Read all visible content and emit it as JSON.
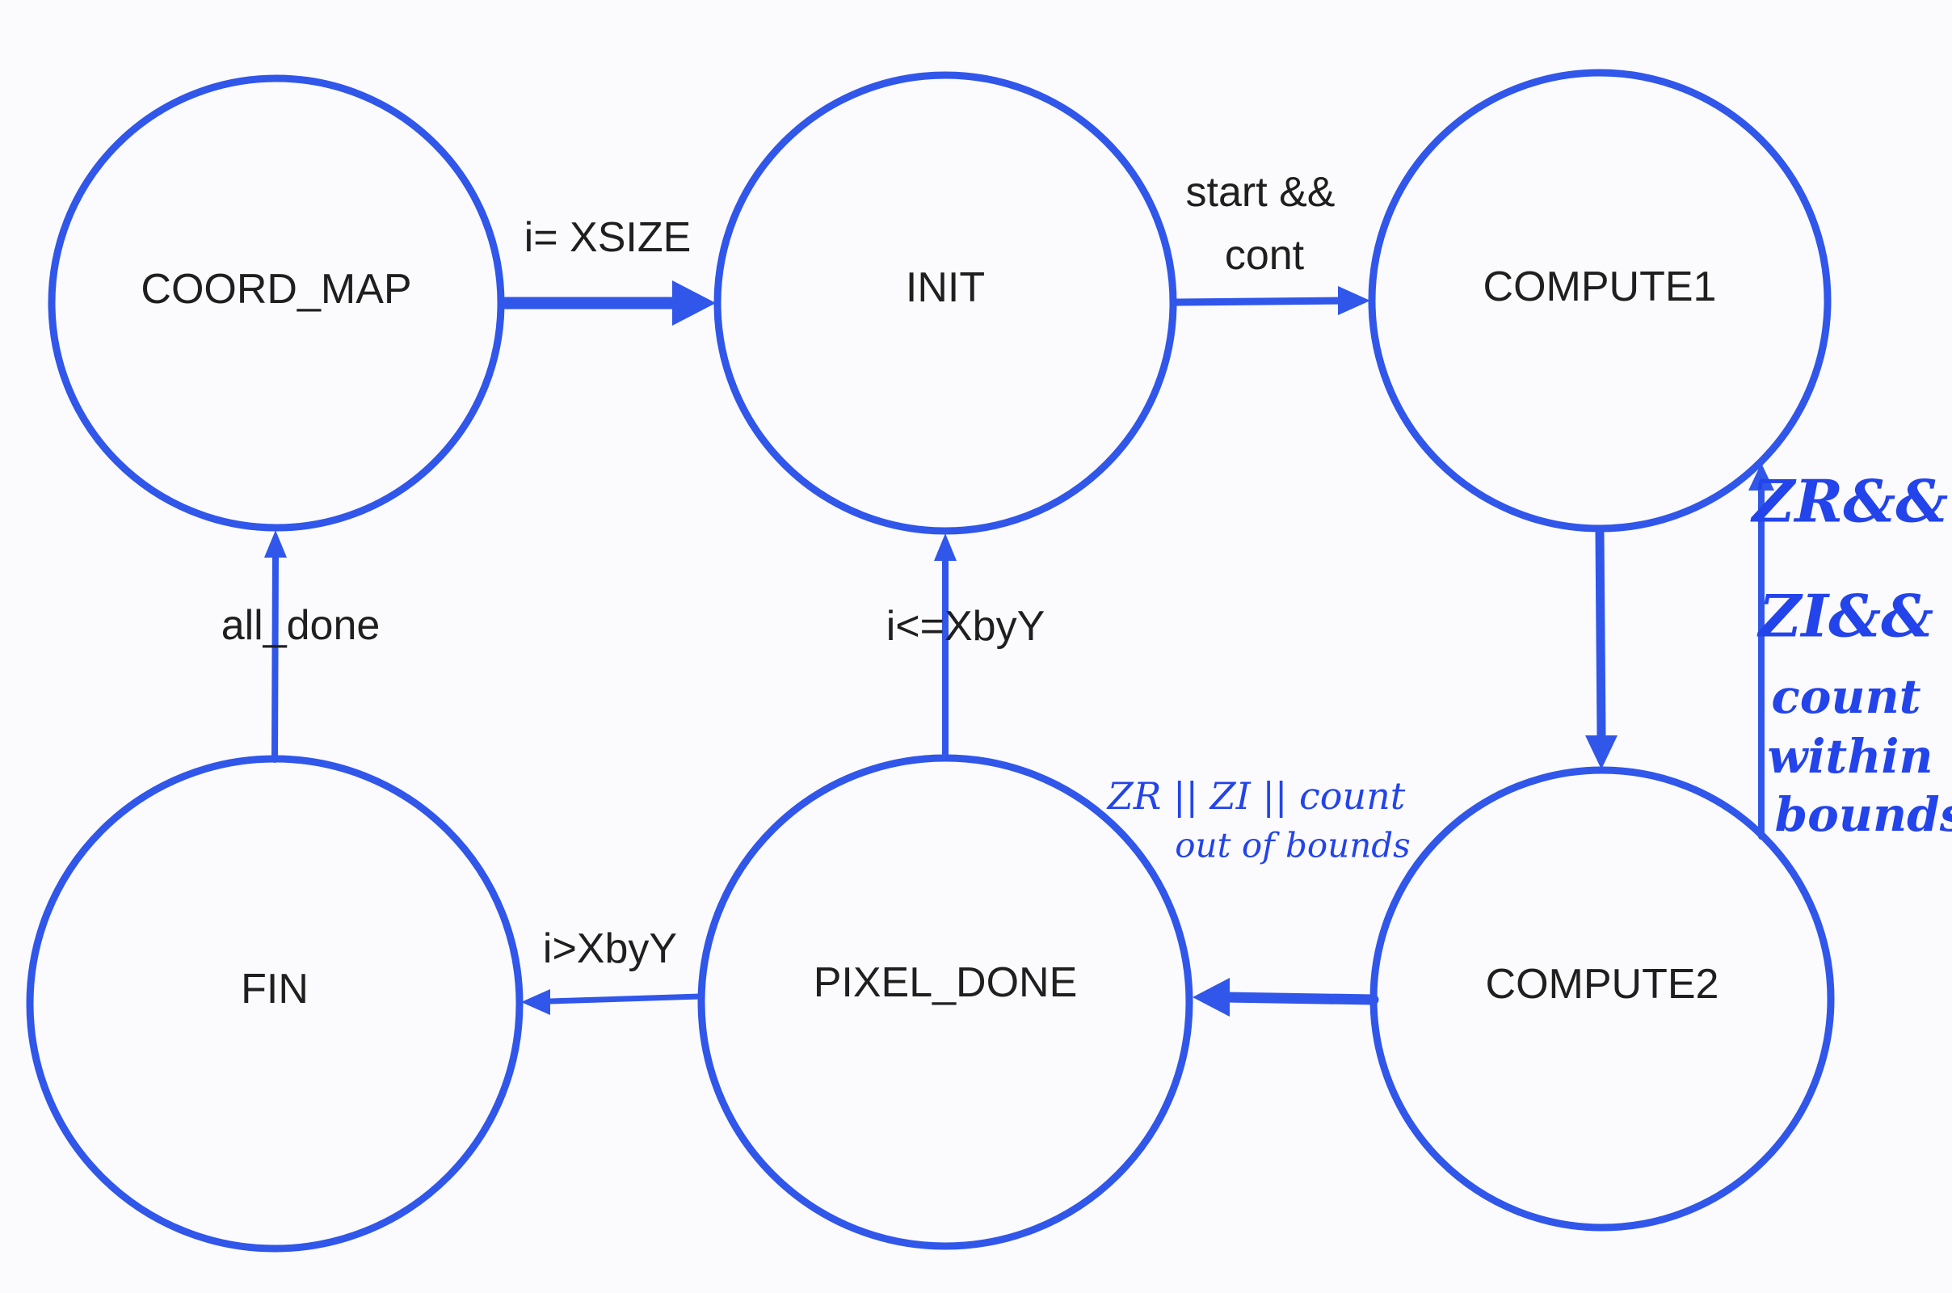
{
  "states": {
    "coord_map": "COORD_MAP",
    "init": "INIT",
    "compute1": "COMPUTE1",
    "fin": "FIN",
    "pixel_done": "PIXEL_DONE",
    "compute2": "COMPUTE2"
  },
  "transitions": {
    "coord_map_to_init": "i= XSIZE",
    "init_to_compute1_line1": "start &&",
    "init_to_compute1_line2": "cont",
    "compute1_to_compute2": "",
    "compute2_to_compute1": {
      "line1": "ZR&&",
      "line2": "ZI&&",
      "line3": "count",
      "line4": "within",
      "line5": "bounds"
    },
    "compute2_to_pixel_done": {
      "line1": "ZR || ZI || count",
      "line2": "out of bounds"
    },
    "pixel_done_to_init": "i<=XbyY",
    "pixel_done_to_fin": "i>XbyY",
    "fin_to_coord_map": "all_done"
  },
  "colors": {
    "stroke": "#3056ea",
    "handwriting": "#2344ea",
    "text": "#1f1f1f",
    "background": "#fbfbfd"
  }
}
